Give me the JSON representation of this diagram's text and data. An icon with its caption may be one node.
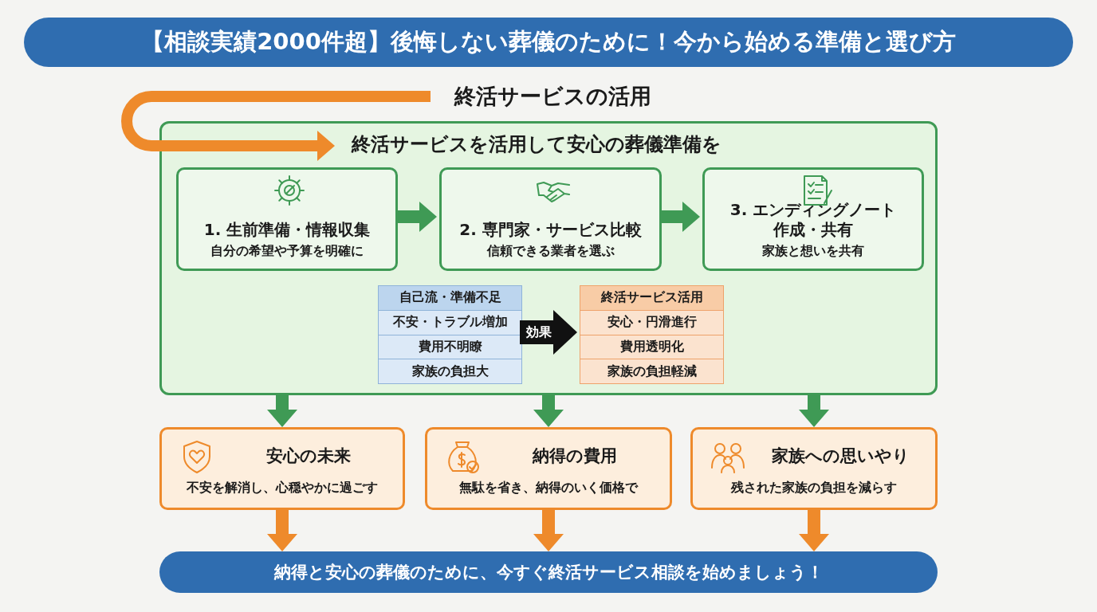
{
  "diagram": {
    "title": "【相談実績2000件超】後悔しない葬儀のために！今から始める準備と選び方",
    "nodes": [
      {
        "text": [
          "終活サービスの活用"
        ]
      },
      {
        "text": [
          "終活サービスを活用して安心の葬儀準備を"
        ]
      },
      {
        "text": [
          "1. 生前準備・情報収集",
          "自分の希望や予算を明確に"
        ],
        "in": 1
      },
      {
        "text": [
          "2. 専門家・サービス比較",
          "信頼できる業者を選ぶ"
        ],
        "in": 1
      },
      {
        "text": [
          "3. エンディングノート作成・共有",
          "家族と想いを共有"
        ],
        "in": 1
      },
      {
        "text": [
          "自己流・準備不足",
          "不安・トラブル増加",
          "費用不明瞭",
          "家族の負担大"
        ],
        "in": 1
      },
      {
        "text": [
          "終活サービス活用",
          "安心・円滑進行",
          "費用透明化",
          "家族の負担軽減"
        ],
        "in": 1
      },
      {
        "text": [
          "安心の未来",
          "不安を解消し、心穏やかに過ごす"
        ]
      },
      {
        "text": [
          "納得の費用",
          "無駄を省き、納得のいく価格で"
        ]
      },
      {
        "text": [
          "家族への思いやり",
          "残された家族の負担を減らす"
        ]
      },
      {
        "text": [
          "納得と安心の葬儀のために、今すぐ終活サービス相談を始めましょう！"
        ]
      }
    ],
    "edges": [
      {
        "from": 0,
        "to": 1,
        "arrow": "to",
        "color": "#ee8a2b"
      },
      {
        "from": 2,
        "to": 3,
        "arrow": "to"
      },
      {
        "from": 3,
        "to": 4,
        "arrow": "to"
      },
      {
        "from": 5,
        "to": 6,
        "arrow": "to",
        "label": "効果",
        "style": "thick",
        "color": "#111111"
      },
      {
        "from": 1,
        "to": 7,
        "arrow": "to"
      },
      {
        "from": 1,
        "to": 8,
        "arrow": "to"
      },
      {
        "from": 1,
        "to": 9,
        "arrow": "to"
      },
      {
        "from": 7,
        "to": 10,
        "arrow": "to",
        "color": "#ee8a2b"
      },
      {
        "from": 8,
        "to": 10,
        "arrow": "to",
        "color": "#ee8a2b"
      },
      {
        "from": 9,
        "to": 10,
        "arrow": "to",
        "color": "#ee8a2b"
      }
    ]
  }
}
